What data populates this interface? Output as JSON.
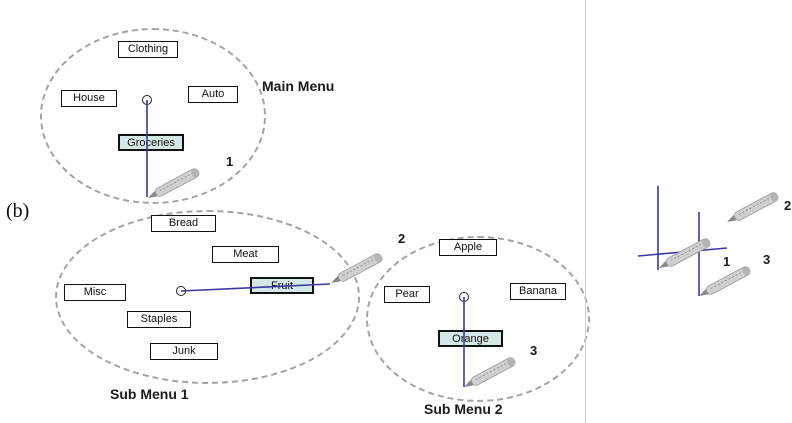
{
  "panel_label": "(b)",
  "main_menu": {
    "title": "Main Menu",
    "items": [
      "Clothing",
      "House",
      "Auto",
      "Groceries"
    ],
    "selected": "Groceries",
    "step": "1"
  },
  "sub_menu_1": {
    "title": "Sub Menu 1",
    "items": [
      "Bread",
      "Meat",
      "Fruit",
      "Misc",
      "Staples",
      "Junk"
    ],
    "selected": "Fruit",
    "step": "2"
  },
  "sub_menu_2": {
    "title": "Sub Menu 2",
    "items": [
      "Apple",
      "Pear",
      "Banana",
      "Orange"
    ],
    "selected": "Orange",
    "step": "3"
  },
  "compound_mark": {
    "steps": [
      "1",
      "2",
      "3"
    ]
  },
  "colors": {
    "stroke": "#3a3aa0",
    "highlight": "#d5e8e6",
    "ring": "#a3a3a3"
  },
  "icons": [
    "pen-icon"
  ]
}
